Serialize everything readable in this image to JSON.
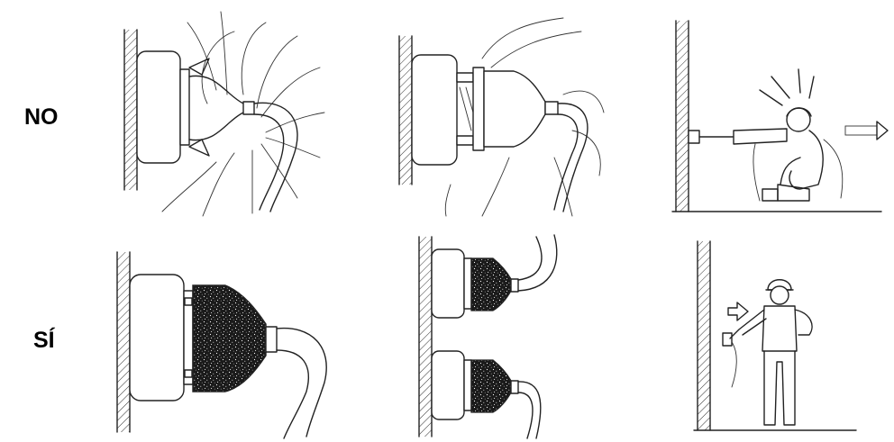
{
  "rows": [
    {
      "label": "NO",
      "panels": [
        "no-nozzle-loose-spray",
        "no-nozzle-clamped-spray",
        "no-worker-pushed-back"
      ]
    },
    {
      "label": "SÍ",
      "panels": [
        "si-nozzle-sealed-large",
        "si-nozzle-sealed-pair",
        "si-worker-upright"
      ]
    }
  ],
  "colors": {
    "ink": "#222222",
    "background": "#ffffff",
    "stipple": "#1a1a1a"
  },
  "icons": [
    "hatched-wall",
    "nozzle",
    "hose",
    "spray-lines",
    "worker",
    "arrow"
  ]
}
